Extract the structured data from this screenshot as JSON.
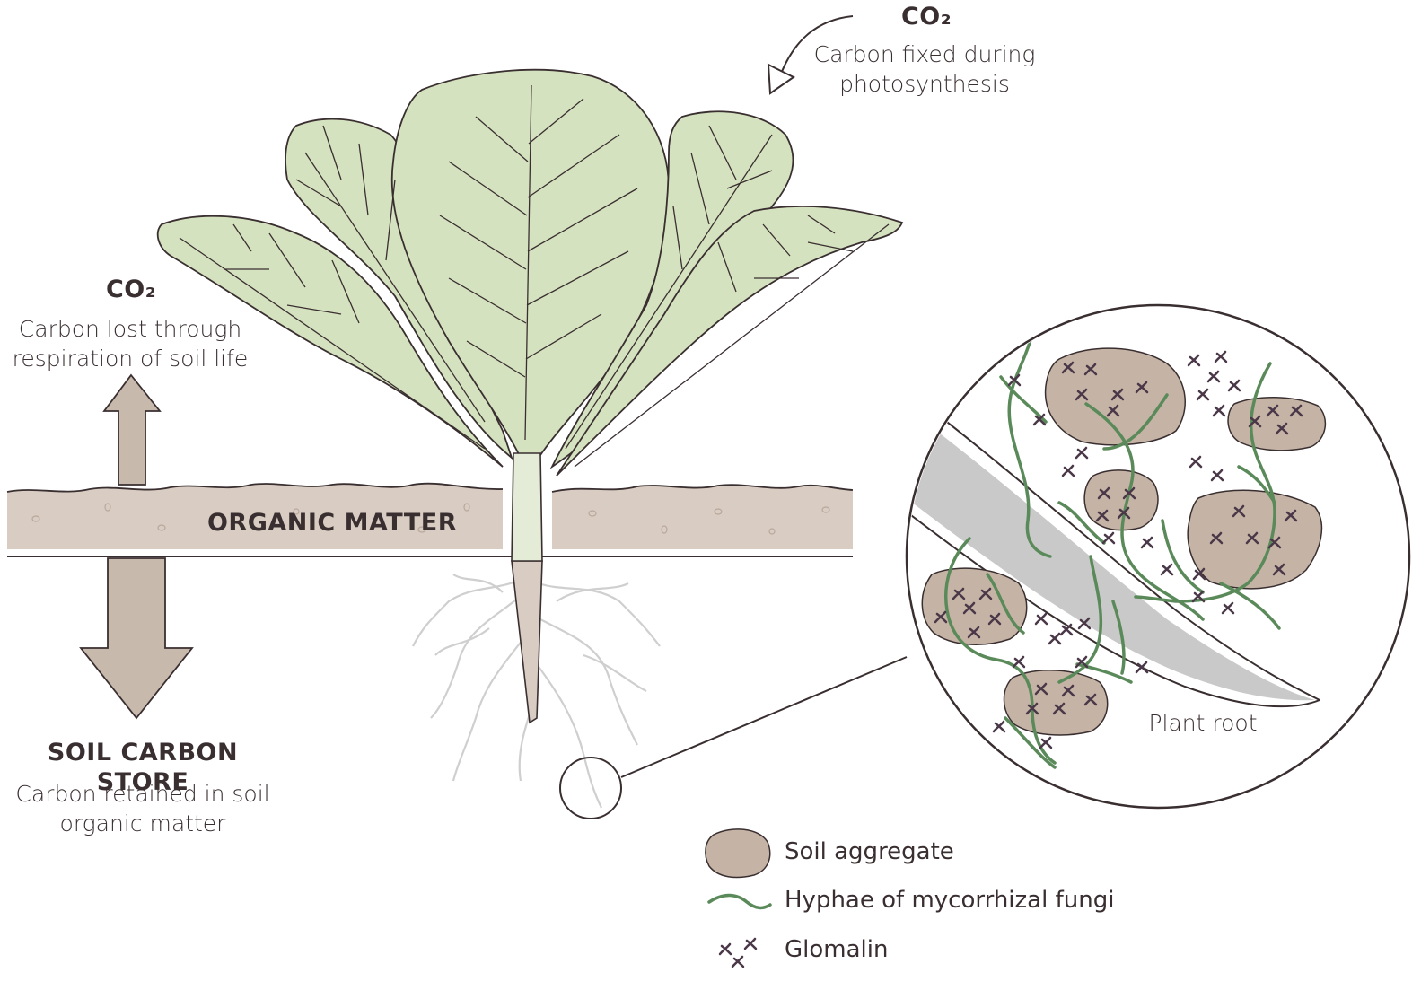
{
  "labels": {
    "co2_top": "CO₂",
    "co2_top_desc_1": "Carbon fixed during",
    "co2_top_desc_2": "photosynthesis",
    "co2_left": "CO₂",
    "co2_left_desc_1": "Carbon lost through",
    "co2_left_desc_2": "respiration of soil life",
    "organic_matter": "ORGANIC MATTER",
    "soil_store_title": "SOIL CARBON STORE",
    "soil_store_desc_1": "Carbon retained in soil",
    "soil_store_desc_2": "organic matter",
    "plant_root": "Plant root"
  },
  "legend": [
    {
      "key": "aggregate",
      "label": "Soil aggregate"
    },
    {
      "key": "hyphae",
      "label": "Hyphae of mycorrhizal fungi"
    },
    {
      "key": "glomalin",
      "label": "Glomalin"
    }
  ],
  "colors": {
    "leaf": "#d4e2bf",
    "outline": "#3a2f30",
    "soil": "#d9ccc3",
    "aggregate": "#c5b4a6",
    "hyphae": "#5b8a5a",
    "root_grey": "#c8c8c8",
    "arrow": "#c8b9ad"
  }
}
